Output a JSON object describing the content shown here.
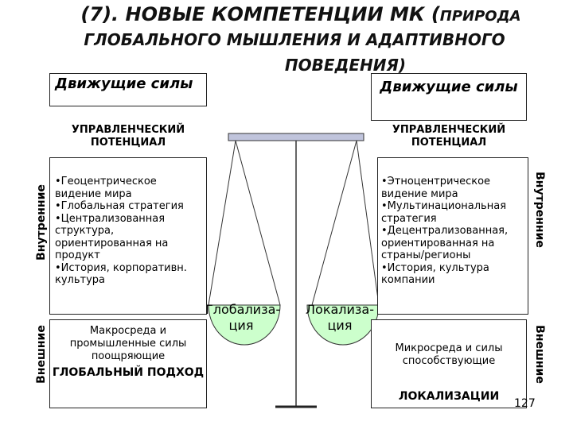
{
  "title": {
    "line1_main": "(7).  НОВЫЕ КОМПЕТЕНЦИИ МК (",
    "line1_small": "ПРИРОДА",
    "line2": "ГЛОБАЛЬНОГО МЫШЛЕНИЯ И АДАПТИВНОГО",
    "line3": "ПОВЕДЕНИЯ)"
  },
  "left": {
    "driving_forces": "Движущие силы",
    "management": "УПРАВЛЕНЧЕСКИЙ ПОТЕНЦИАЛ",
    "internal_items": [
      "•Геоцентрическое видение мира",
      "•Глобальная стратегия",
      "•Централизованная структура, ориентированная на продукт",
      "•История, корпоративн. культура"
    ],
    "external_text": "Макросреда и промышленные силы поощряющие",
    "approach": "ГЛОБАЛЬНЫЙ ПОДХОД"
  },
  "right": {
    "driving_forces": "Движущие силы",
    "management": "УПРАВЛЕНЧЕСКИЙ ПОТЕНЦИАЛ",
    "internal_items": [
      "•Этноцентрическое видение мира",
      "•Мультинациональная стратегия",
      "•Децентрализованная, ориентированная на страны/регионы",
      "•История, культура компании"
    ],
    "external_text": "Микросреда и силы способствующие",
    "approach": "ЛОКАЛИЗАЦИИ"
  },
  "side_labels": {
    "internal": "Внутренние",
    "external": "Внешние"
  },
  "scale": {
    "left_pan": "Глобализа-ция",
    "right_pan": "Локализа-ция",
    "pan_color": "#ccffcc",
    "beam_color": "#c0c4dc"
  },
  "page_number": "127"
}
